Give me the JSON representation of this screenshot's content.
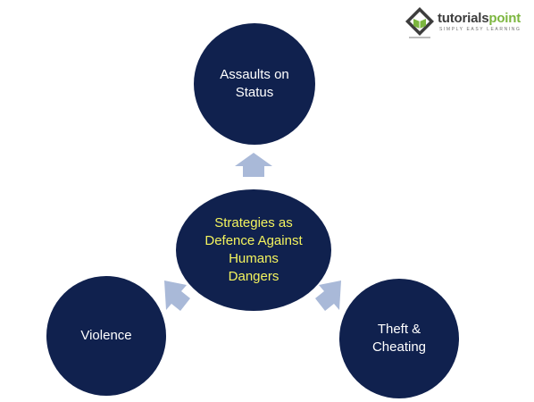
{
  "diagram": {
    "top_node": {
      "label": "Assaults on\nStatus"
    },
    "center_node": {
      "label": "Strategies as\nDefence Against\nHumans\nDangers"
    },
    "left_node": {
      "label": "Violence"
    },
    "right_node": {
      "label": "Theft &\nCheating"
    }
  },
  "logo": {
    "word_1": "tutorials",
    "word_2": "point",
    "tagline": "SIMPLY EASY LEARNING",
    "icon": "tutorialspoint-book-icon"
  },
  "colors": {
    "node_fill": "#10214e",
    "node_text": "#ffffff",
    "center_text": "#f3f35e",
    "arrow_fill": "#a9b9d8",
    "logo_dark": "#3d3d3d",
    "logo_green": "#7cb63f"
  }
}
